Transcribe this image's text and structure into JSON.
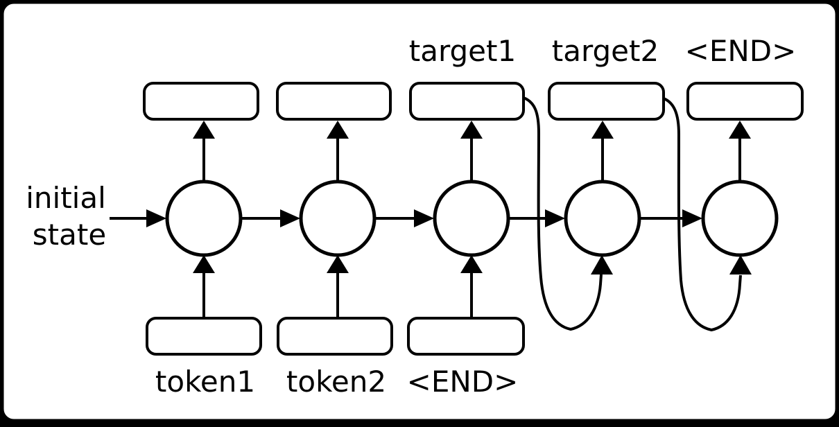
{
  "diagram": {
    "type": "seq2seq-rnn",
    "left_label": {
      "line1": "initial",
      "line2": "state"
    },
    "output_labels": [
      "target1",
      "target2",
      "<END>"
    ],
    "input_labels": [
      "token1",
      "token2",
      "<END>"
    ],
    "cell_count": 5,
    "output_box_count": 5,
    "input_box_count": 3,
    "colors": {
      "stroke": "#000000",
      "background": "#ffffff",
      "outside_frame": "#000000"
    }
  }
}
